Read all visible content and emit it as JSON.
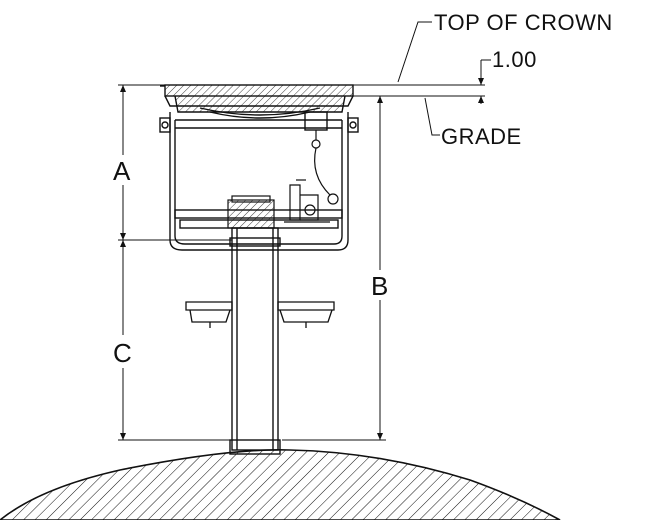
{
  "labels": {
    "top_of_crown": "TOP OF CROWN",
    "offset_value": "1.00",
    "grade": "GRADE",
    "dim_a": "A",
    "dim_b": "B",
    "dim_c": "C"
  },
  "colors": {
    "line": "#111111",
    "background": "#ffffff"
  }
}
